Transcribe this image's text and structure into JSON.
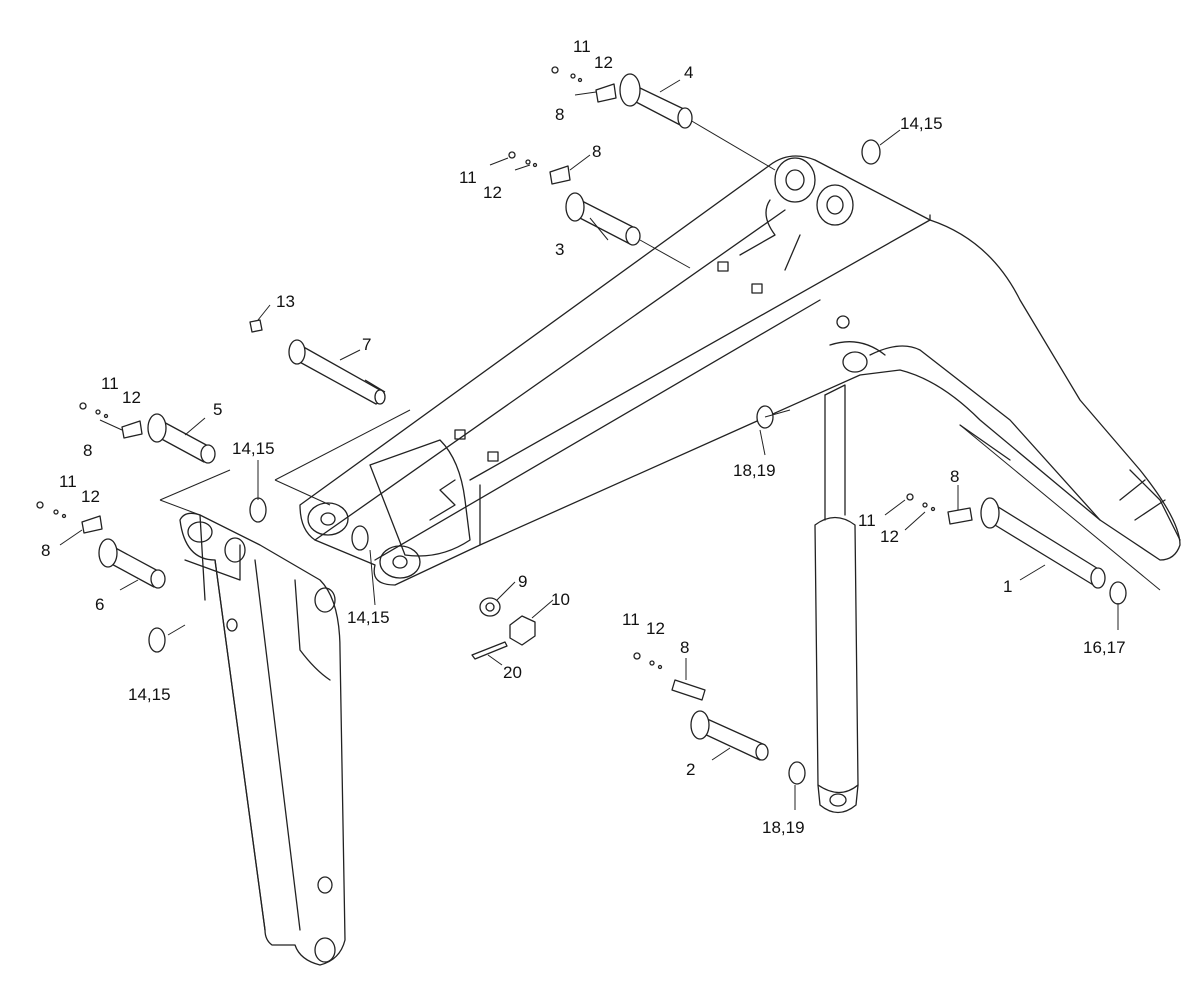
{
  "callouts": {
    "c1": "1",
    "c2": "2",
    "c3": "3",
    "c4": "4",
    "c5": "5",
    "c6": "6",
    "c7": "7",
    "c8_top": "8",
    "c8_left": "8",
    "c8_cyl": "8",
    "c8_right": "8",
    "c8_a": "8",
    "c8_b": "8",
    "c9": "9",
    "c10": "10",
    "c11_top": "11",
    "c11_mid": "11",
    "c11_left": "11",
    "c11_a": "11",
    "c11_cyl": "11",
    "c11_right": "11",
    "c12_top": "12",
    "c12_mid": "12",
    "c12_left": "12",
    "c12_a": "12",
    "c12_cyl": "12",
    "c12_right": "12",
    "c13": "13",
    "c1415_topright": "14,15",
    "c1415_arm": "14,15",
    "c1415_boom": "14,15",
    "c1415_left": "14,15",
    "c1617": "16,17",
    "c1819_upper": "18,19",
    "c1819_lower": "18,19",
    "c20": "20"
  }
}
